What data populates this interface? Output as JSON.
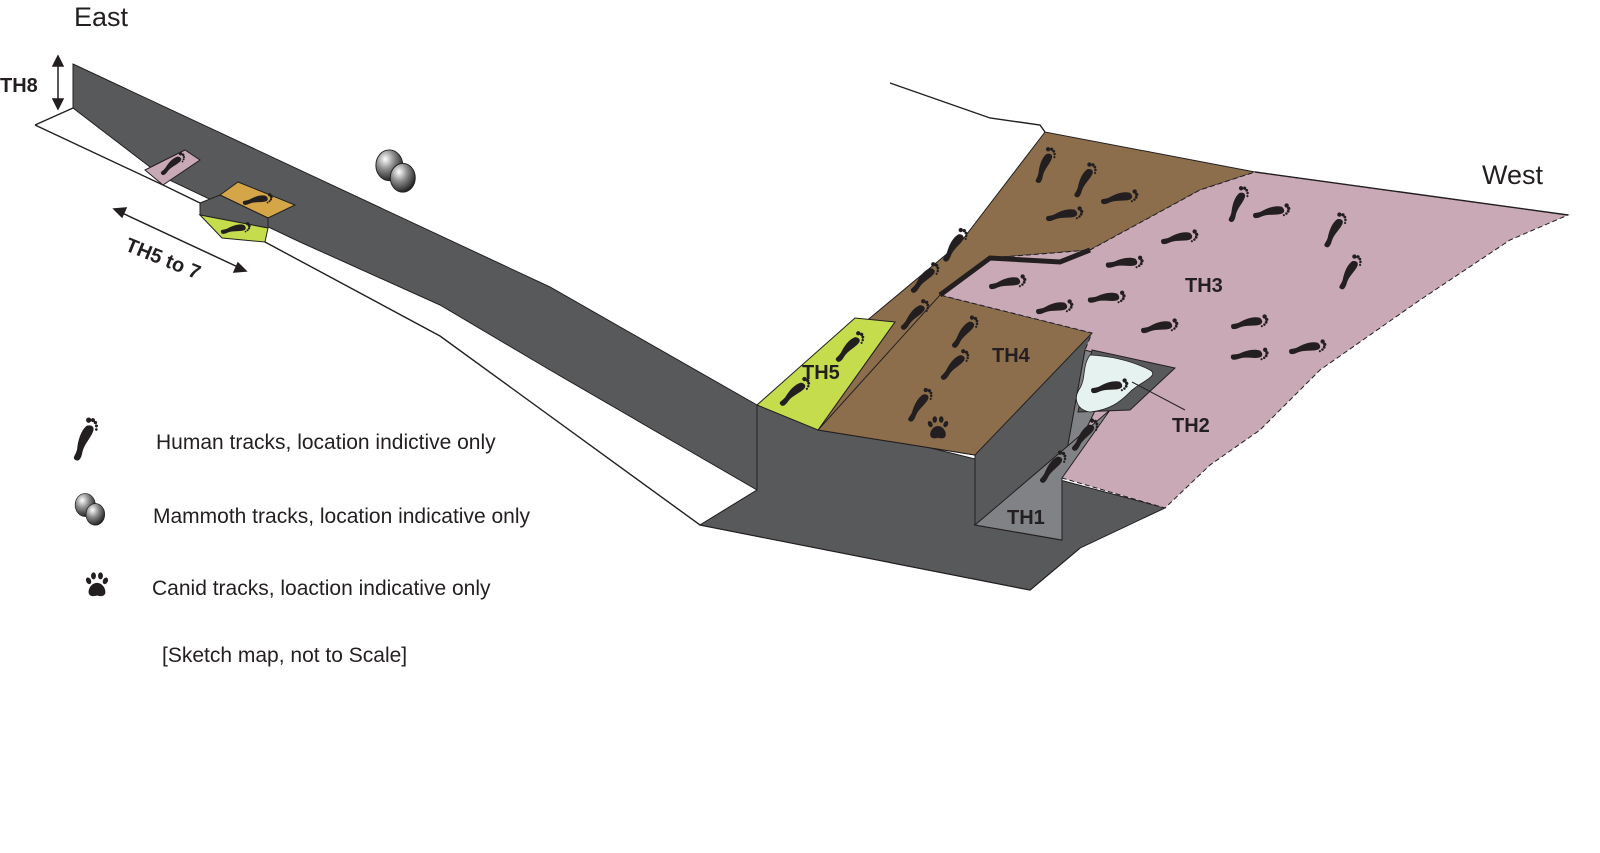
{
  "labels": {
    "east": "East",
    "west": "West",
    "th1": "TH1",
    "th2": "TH2",
    "th3": "TH3",
    "th4": "TH4",
    "th5": "TH5",
    "th5_to_7": "TH5 to 7",
    "th8": "TH8"
  },
  "legend": {
    "human": "Human tracks, location indictive only",
    "mammoth": "Mammoth tracks, location indicative only",
    "canid": "Canid tracks, loaction indicative only",
    "note": "[Sketch map, not to Scale]"
  },
  "colors": {
    "trench_wall": "#58595b",
    "th1_fill": "#808285",
    "th3_fill": "#c9a9b6",
    "th4_fill": "#8c6e4c",
    "th5_fill": "#c5dd4c",
    "th6_fill": "#d5a648",
    "th8_fill": "#c9a9b6",
    "track": "#231f20",
    "outline": "#231f20"
  }
}
